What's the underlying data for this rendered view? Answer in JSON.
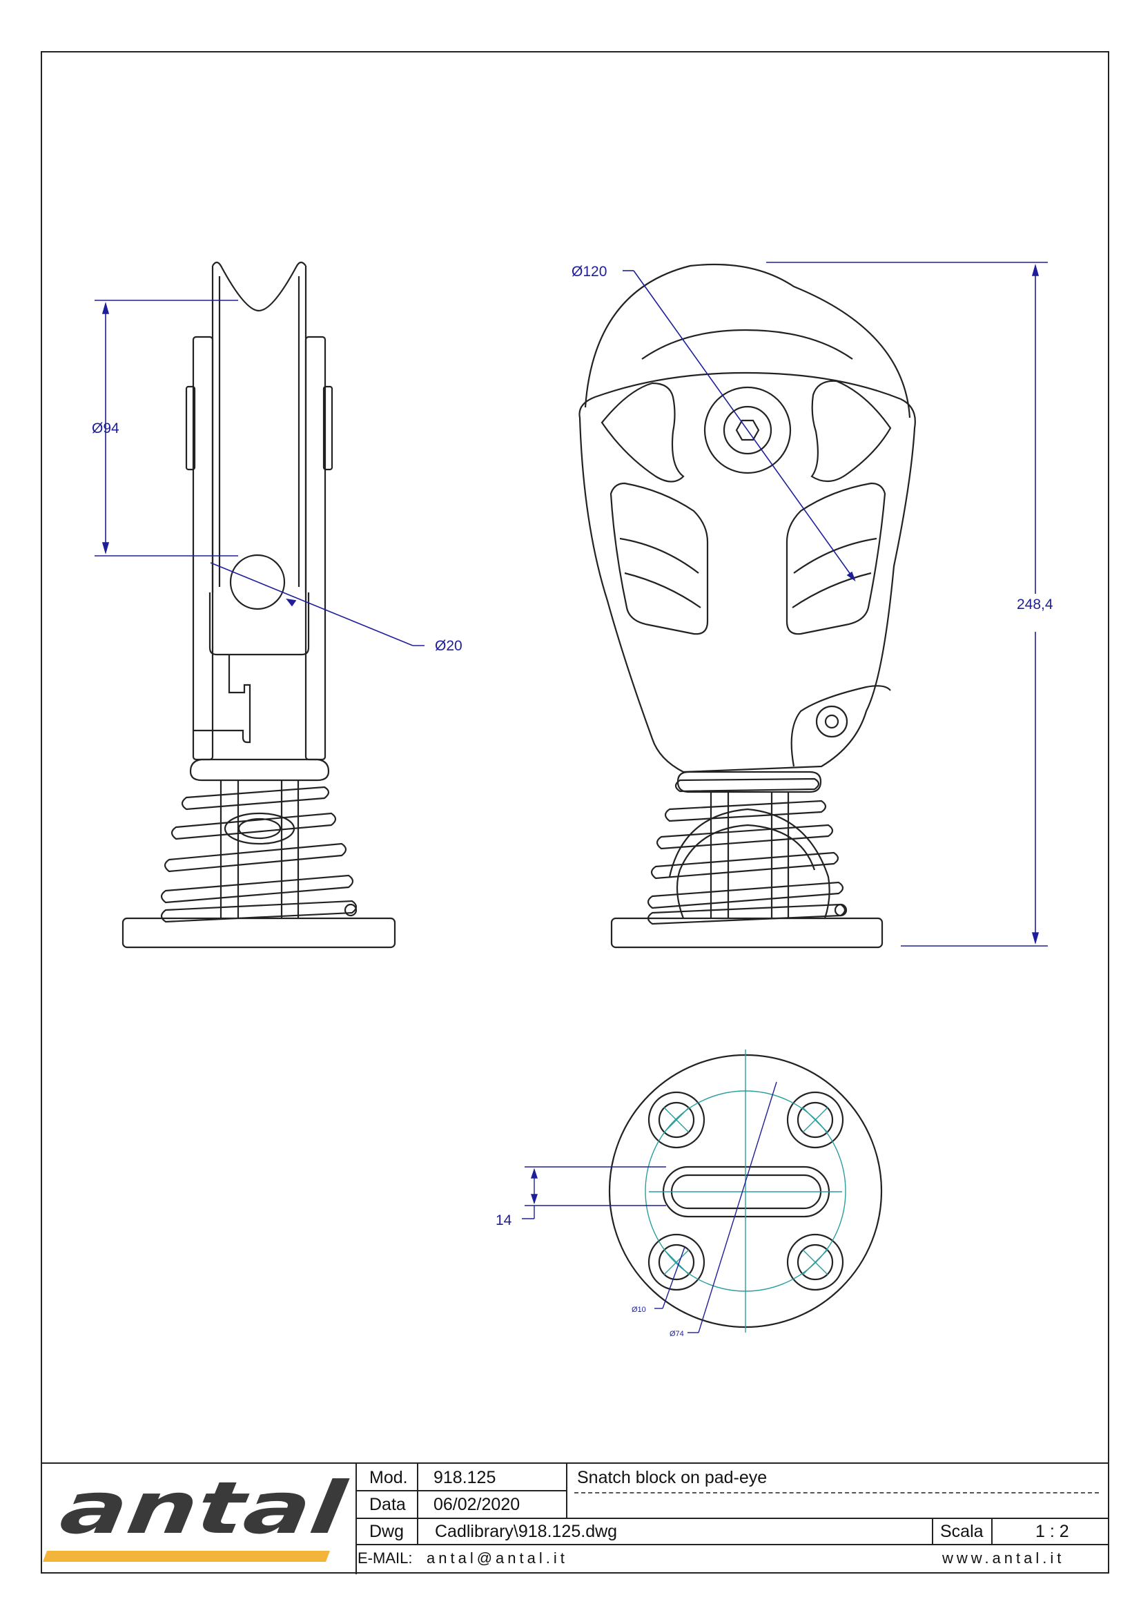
{
  "dimensions": {
    "side_sheave_diameter": "Ø94",
    "side_pin_diameter": "Ø20",
    "front_sheave_diameter": "Ø120",
    "overall_height": "248,4",
    "slot_width": "14",
    "bolt_hole_diameter": "Ø10",
    "bolt_circle_diameter": "Ø74"
  },
  "title_block": {
    "logo_text": "antal",
    "mod_label": "Mod.",
    "mod_value": "918.125",
    "data_label": "Data",
    "data_value": "06/02/2020",
    "dwg_label": "Dwg",
    "dwg_value": "Cadlibrary\\918.125.dwg",
    "description": "Snatch block on pad-eye",
    "scala_label": "Scala",
    "scala_value": "1 : 2",
    "email_label": "E-MAIL:",
    "email_value": "antal@antal.it",
    "website": "www.antal.it"
  },
  "colors": {
    "line": "#222222",
    "dimension": "#1e1e9a",
    "centerline": "#2a9d9d",
    "logo_dark": "#3a3a3a",
    "logo_accent": "#f2b53a"
  }
}
